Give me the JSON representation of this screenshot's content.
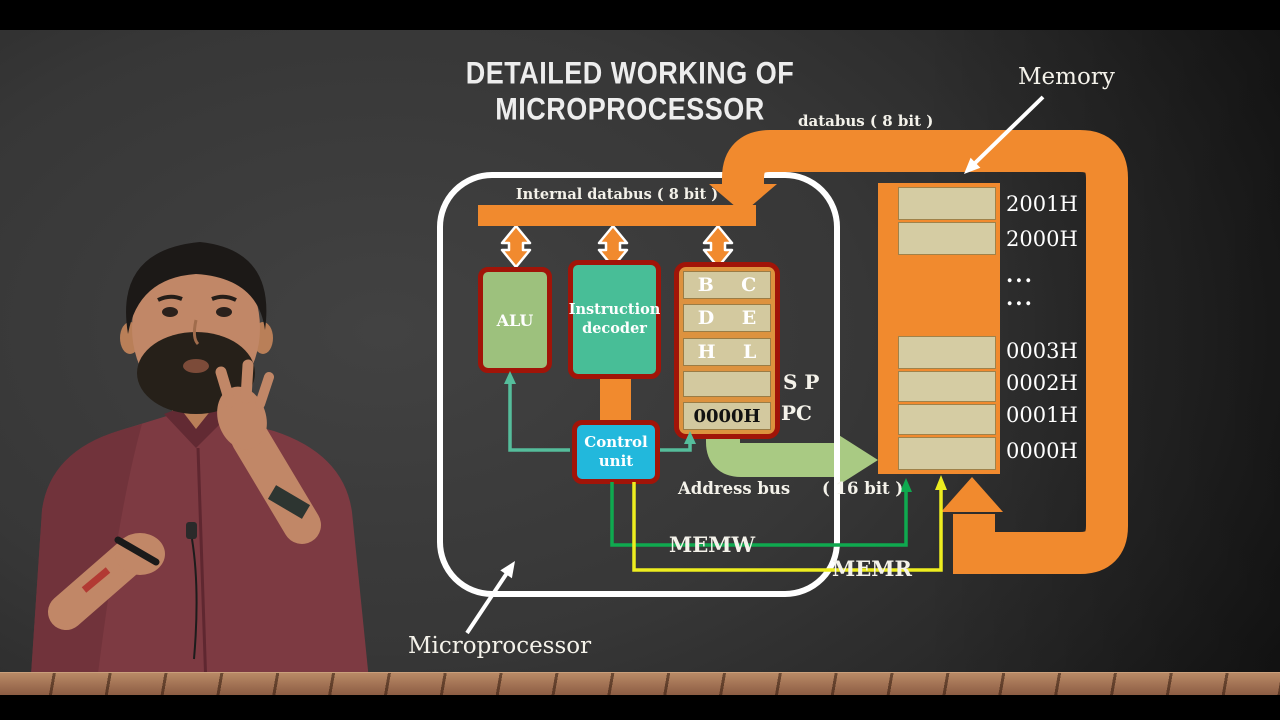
{
  "title": "DETAILED WORKING OF MICROPROCESSOR",
  "colors": {
    "bus_orange": "#F18A2E",
    "address_bus_green": "#A9CA83",
    "memw_green": "#0FA94F",
    "memr_yellow": "#EDED1F",
    "control_line_teal": "#55BD9B",
    "block_border_red": "#A11408",
    "alu_green": "#9DC17D",
    "decoder_teal": "#48BE97",
    "control_cyan": "#22B8DC",
    "cell_beige": "#D5CCA3",
    "boundary_white": "#FFFFFF"
  },
  "processor": {
    "label": "Microprocessor",
    "internal_bus_label": "Internal databus ( 8 bit )",
    "alu": "ALU",
    "decoder": "Instruction decoder",
    "control": "Control unit",
    "register_rows": [
      {
        "left": "B",
        "right": "C"
      },
      {
        "left": "D",
        "right": "E"
      },
      {
        "left": "H",
        "right": "L"
      }
    ],
    "sp_row_label": "S P",
    "pc_row_label": "PC",
    "pc_value": "0000H"
  },
  "buses": {
    "databus_label": "databus ( 8 bit )",
    "address_bus_label": "Address bus",
    "address_bus_bits": "( 16 bit )",
    "memw": "MEMW",
    "memr": "MEMR"
  },
  "memory": {
    "label": "Memory",
    "addresses": [
      "2001H",
      "2000H",
      "...",
      "...",
      "0003H",
      "0002H",
      "0001H",
      "0000H"
    ]
  }
}
